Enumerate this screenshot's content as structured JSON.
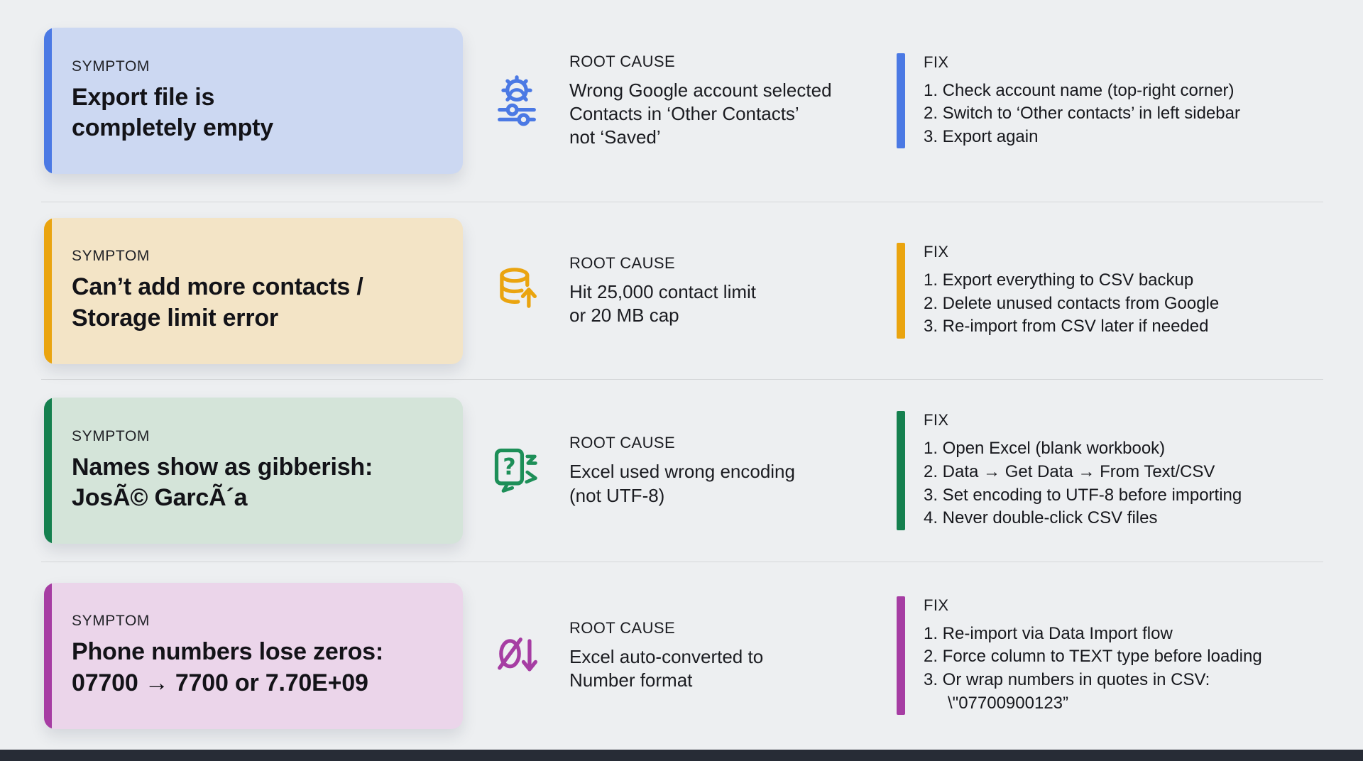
{
  "labels": {
    "symptom": "SYMPTOM",
    "root_cause": "ROOT CAUSE",
    "fix": "FIX"
  },
  "theme": {
    "page_bg": "#edeff1",
    "divider_color": "#d5d7d9",
    "bottom_bar_color": "#272c36"
  },
  "rows": [
    {
      "topic": "empty-export",
      "accent": "#4b79e4",
      "card_bg": "#ccd8f2",
      "icon_color": "#4b79e4",
      "icon": "gear-sliders-icon",
      "symptom_line1": "Export file is",
      "symptom_line2": "completely empty",
      "cause_line1": "Wrong Google account selected",
      "cause_line2": "Contacts in ‘Other Contacts’",
      "cause_line3": "not ‘Saved’",
      "fix_step1": "1. Check account name (top-right corner)",
      "fix_step2": "2. Switch to ‘Other contacts’ in left sidebar",
      "fix_step3": "3. Export again"
    },
    {
      "topic": "storage-limit",
      "accent": "#eaa40f",
      "card_bg": "#f3e4c6",
      "icon_color": "#eaa40f",
      "icon": "database-up-arrow-icon",
      "symptom_line1": "Can’t add more contacts /",
      "symptom_line2": "Storage limit error",
      "cause_line1": "Hit 25,000 contact limit",
      "cause_line2": "or 20 MB cap",
      "fix_step1": "1. Export everything to CSV backup",
      "fix_step2": "2. Delete unused contacts from Google",
      "fix_step3": "3. Re-import from CSV later if needed"
    },
    {
      "topic": "encoding-gibberish",
      "accent": "#15804f",
      "card_bg": "#d4e4d9",
      "icon_color": "#1d8f58",
      "icon": "question-card-icon",
      "symptom_line1": "Names show as gibberish:",
      "symptom_line2": "JosÃ© GarcÃ´a",
      "cause_line1": "Excel used wrong encoding",
      "cause_line2": "(not UTF-8)",
      "fix_step1": "1. Open Excel (blank workbook)",
      "fix_step2": "2. Data → Get Data → From Text/CSV",
      "fix_step3": "3. Set encoding to UTF-8 before importing",
      "fix_step4": "4. Never double-click CSV files"
    },
    {
      "topic": "phone-zeros",
      "accent": "#a63da3",
      "card_bg": "#ebd5ea",
      "icon_color": "#a63da3",
      "icon": "crossed-zero-down-arrow-icon",
      "symptom_line1": "Phone numbers lose zeros:",
      "symptom_line2": "07700 → 7700 or 7.70E+09",
      "cause_line1": "Excel auto-converted to",
      "cause_line2": "Number format",
      "fix_step1": "1. Re-import via Data Import flow",
      "fix_step2": "2. Force column to TEXT type before loading",
      "fix_step3": "3. Or wrap numbers in quotes in CSV:",
      "fix_step3_cont": "\\\"07700900123”"
    }
  ]
}
